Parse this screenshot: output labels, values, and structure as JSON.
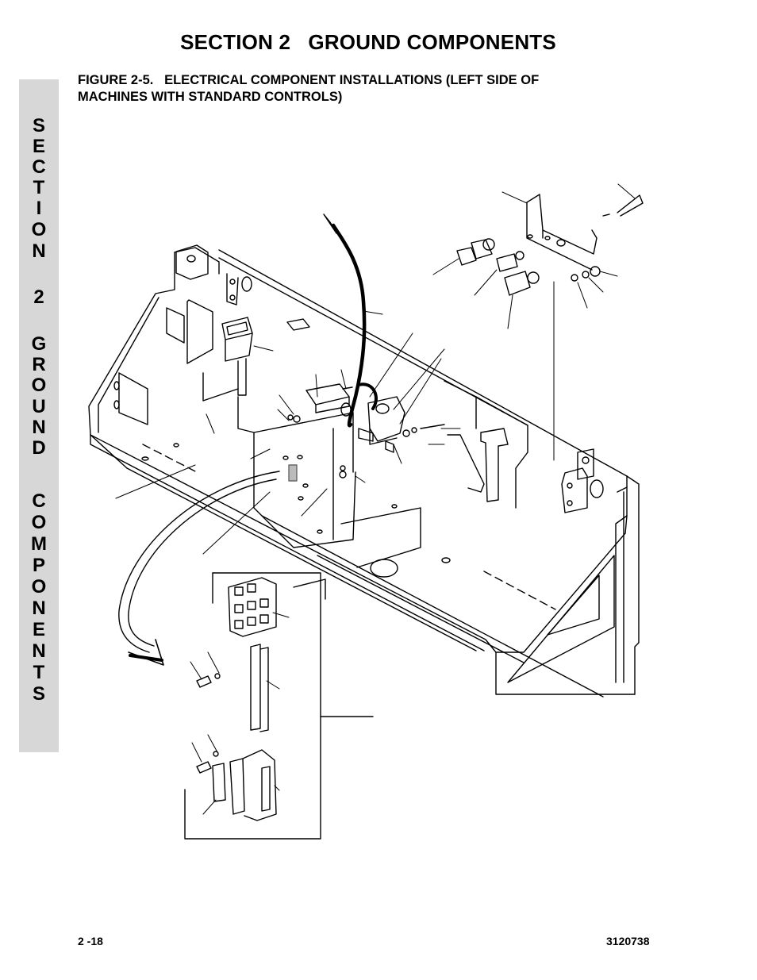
{
  "header": {
    "section_title": "SECTION 2   GROUND COMPONENTS"
  },
  "figure": {
    "title_lines": [
      "FIGURE 2-5.   ELECTRICAL COMPONENT INSTALLATIONS (LEFT SIDE OF",
      "MACHINES WITH STANDARD CONTROLS)"
    ]
  },
  "side_tab": {
    "letters": [
      "S",
      "E",
      "C",
      "T",
      "I",
      "O",
      "N",
      "",
      "2",
      "",
      "G",
      "R",
      "O",
      "U",
      "N",
      "D",
      "",
      "C",
      "O",
      "M",
      "P",
      "O",
      "N",
      "E",
      "N",
      "T",
      "S"
    ]
  },
  "footer": {
    "page_number": "2 -18",
    "doc_number": "3120738"
  }
}
